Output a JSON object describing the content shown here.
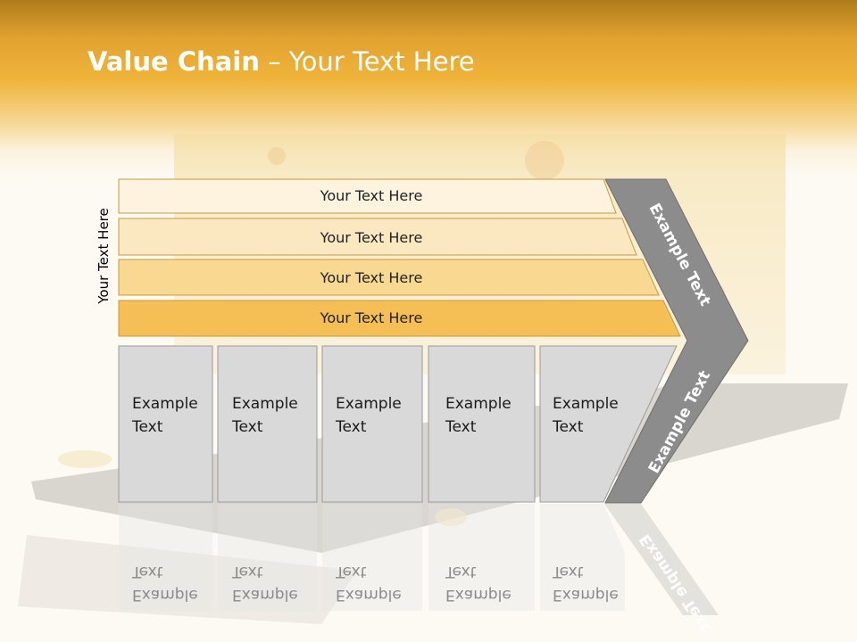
{
  "slide": {
    "title_main": "Value Chain",
    "title_rest": " – Your Text Here",
    "side_label": "Your Text Here"
  },
  "bars": [
    {
      "label": "Your Text Here",
      "fill": "#fdf3df"
    },
    {
      "label": "Your Text Here",
      "fill": "#fce8c0"
    },
    {
      "label": "Your Text Here",
      "fill": "#f9d992"
    },
    {
      "label": "Your Text Here",
      "fill": "#f5bf55"
    }
  ],
  "boxes": [
    {
      "line1": "Example",
      "line2": "Text"
    },
    {
      "line1": "Example",
      "line2": "Text"
    },
    {
      "line1": "Example",
      "line2": "Text"
    },
    {
      "line1": "Example",
      "line2": "Text"
    },
    {
      "line1": "Example",
      "line2": "Text"
    }
  ],
  "chevron": {
    "upper_label": "Example Text",
    "lower_label": "Example Text",
    "fill": "#8c8c8c"
  },
  "colors": {
    "accent": "#f0b43a",
    "box_fill": "#d9d9d9",
    "bar_border": "#c89a3c"
  }
}
